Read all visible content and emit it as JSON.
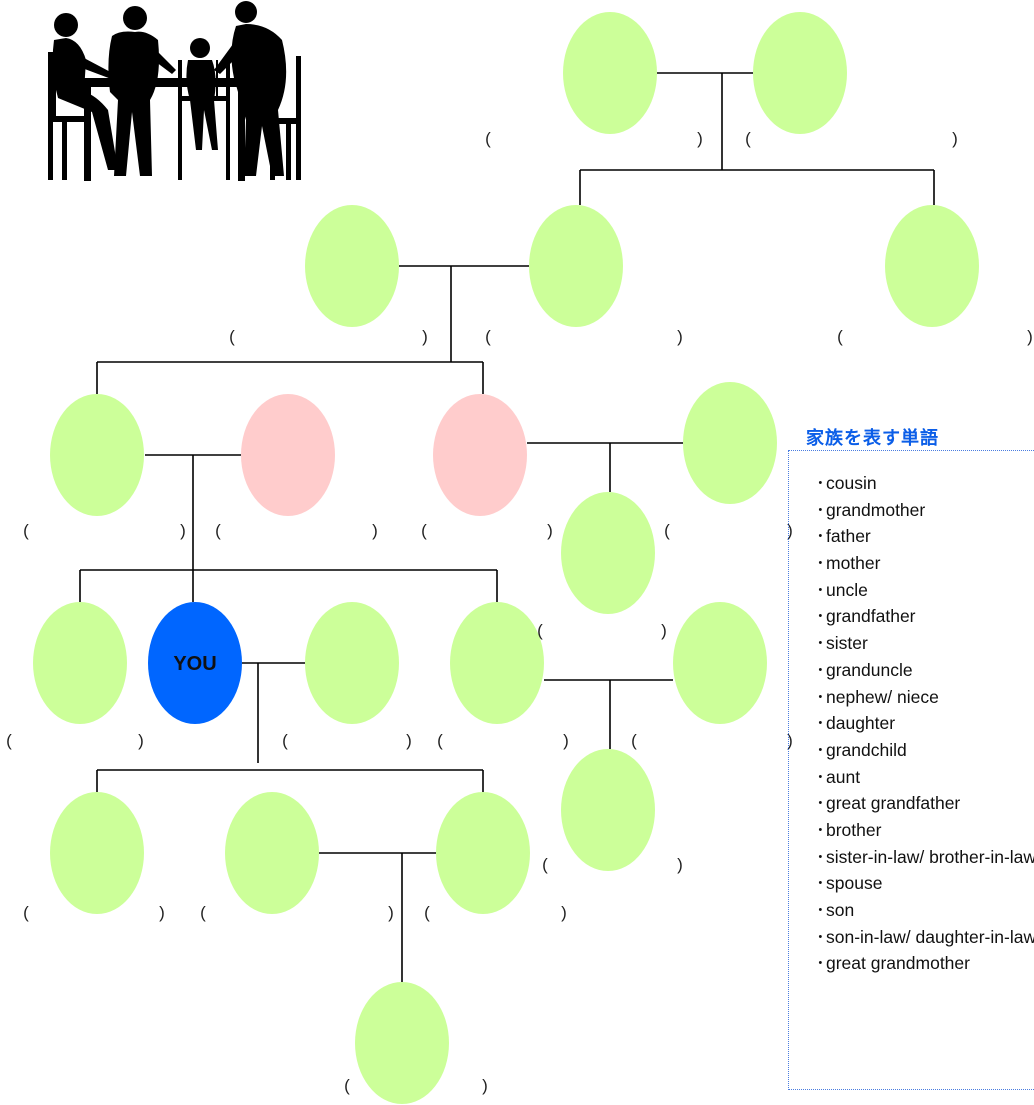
{
  "diagram": {
    "you_label": "YOU",
    "blank_open": "(",
    "blank_close": ")",
    "colors": {
      "relative": "#ccff99",
      "in_law": "#ffcccc",
      "you": "#0066ff",
      "vocab_title": "#0b5ee8"
    }
  },
  "vocab": {
    "title": "家族を表す単語",
    "words": [
      "cousin",
      "grandmother",
      "father",
      "mother",
      "uncle",
      "grandfather",
      "sister",
      "granduncle",
      "nephew/ niece",
      "daughter",
      "grandchild",
      "aunt",
      "great grandfather",
      "brother",
      "sister-in-law/ brother-in-law",
      "spouse",
      "son",
      "son-in-law/ daughter-in-law",
      "great grandmother"
    ]
  },
  "illustration": {
    "icon": "family-at-table-silhouette"
  }
}
